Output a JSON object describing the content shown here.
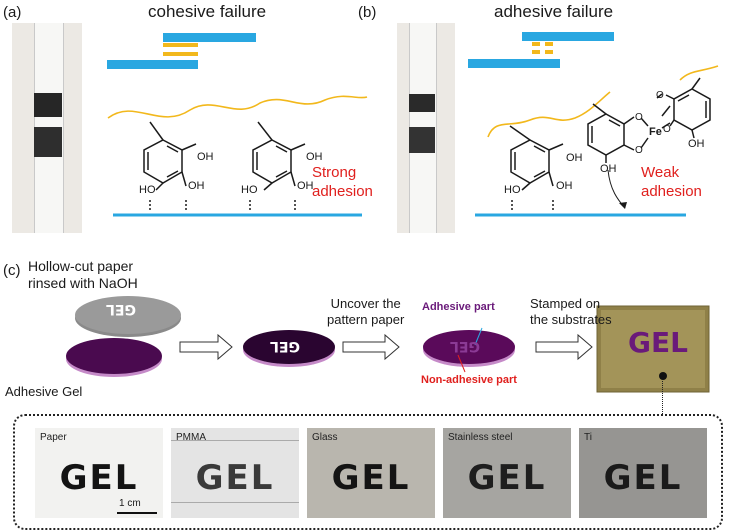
{
  "panel_a": {
    "label": "(a)",
    "title": "cohesive failure",
    "red_text": [
      "Strong",
      "adhesion"
    ]
  },
  "panel_b": {
    "label": "(b)",
    "title": "adhesive failure",
    "red_text": [
      "Weak",
      "adhesion"
    ],
    "iron": "Fe"
  },
  "chem": {
    "oh": "OH",
    "ho": "HO"
  },
  "panel_c": {
    "label": "(c)",
    "hollow_text": [
      "Hollow-cut paper",
      "rinsed with NaOH"
    ],
    "adhesive_gel": "Adhesive Gel",
    "uncover": [
      "Uncover the",
      "pattern paper"
    ],
    "adhesive_part": "Adhesive part",
    "non_adhesive_part": "Non-adhesive part",
    "stamped": [
      "Stamped on",
      "the substrates"
    ],
    "gel_word": "GEL",
    "scale_bar": "1 cm",
    "substrates": [
      {
        "name": "Paper",
        "bg": "#f2f2f0"
      },
      {
        "name": "PMMA",
        "bg": "#e4e4e4"
      },
      {
        "name": "Glass",
        "bg": "#b9b6ae"
      },
      {
        "name": "Stainless steel",
        "bg": "#a6a5a1"
      },
      {
        "name": "Ti",
        "bg": "#969592"
      }
    ]
  },
  "colors": {
    "substrate": "#29a7e1",
    "gel_yellow": "#f2b81c",
    "polymer": "#f2b81c",
    "red": "#e0201e",
    "purple": "#5a0a5a",
    "adhesive_label": "#6a1a7a",
    "tan": "#8f8048"
  }
}
